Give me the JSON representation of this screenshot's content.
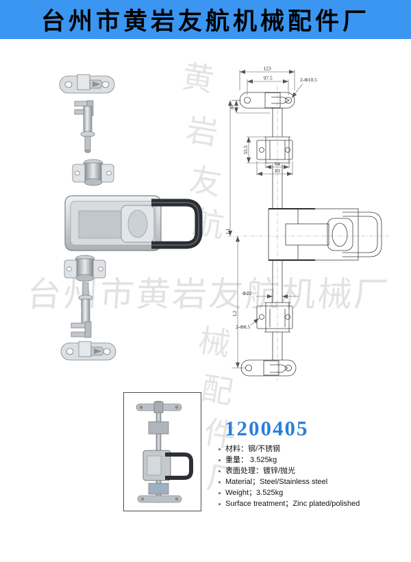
{
  "header": {
    "title": "台州市黄岩友航机械配件厂"
  },
  "watermark": {
    "vertical": [
      "黄",
      "岩",
      "友",
      "航",
      "械",
      "配",
      "件",
      "厂"
    ],
    "horizontal": "台州市黄岩友航机械厂"
  },
  "drawing": {
    "dim_overall_width": "123",
    "dim_hole_span": "97.5",
    "dim_top_holes": "2-Φ10.5",
    "dim_top_offset": "30",
    "dim_bracket_height": "55.5",
    "dim_bracket_inner": "64",
    "dim_bracket_outer": "83",
    "dim_rod_diameter": "Φ22",
    "dim_length_1": "L1",
    "dim_length_2": "L2",
    "dim_bottom_holes": "2-Φ8.5"
  },
  "product": {
    "number": "1200405",
    "specs": [
      "材料：钢/不锈钢",
      "重量： 3.525kg",
      "表面处理：镀锌/抛光",
      "Material；Steel/Stainless steel",
      "Weight；3.525kg",
      "Surface treatment；Zinc plated/polished"
    ]
  },
  "colors": {
    "header_bg": "#3a96f0",
    "product_number_blue": "#2b7fd9",
    "watermark_gray": "#e2e2e2"
  }
}
